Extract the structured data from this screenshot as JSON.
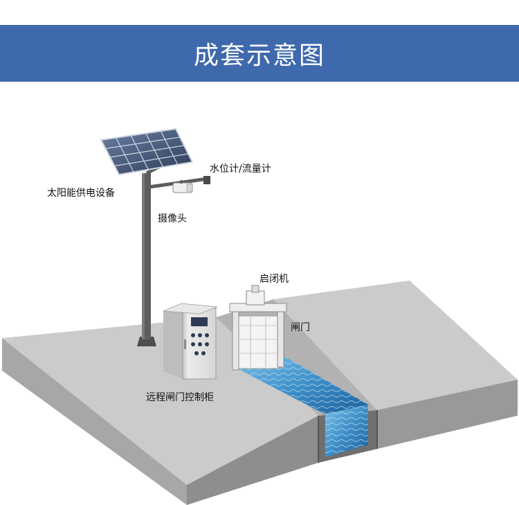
{
  "title": "成套示意图",
  "colors": {
    "banner": "#3f69ad",
    "ground_top": "#c9c9c9",
    "ground_side": "#a3a3a3",
    "water": "#3f8fc8",
    "pole": "#5d5d5d",
    "panel": "#4a5a78",
    "cabinet": "#dedede"
  },
  "labels": {
    "solar_power": "太阳能供电设备",
    "level_flow_meter": "水位计/流量计",
    "camera": "摄像头",
    "hoist": "启闭机",
    "gate": "闸门",
    "control_cabinet": "远程闸门控制柜"
  }
}
